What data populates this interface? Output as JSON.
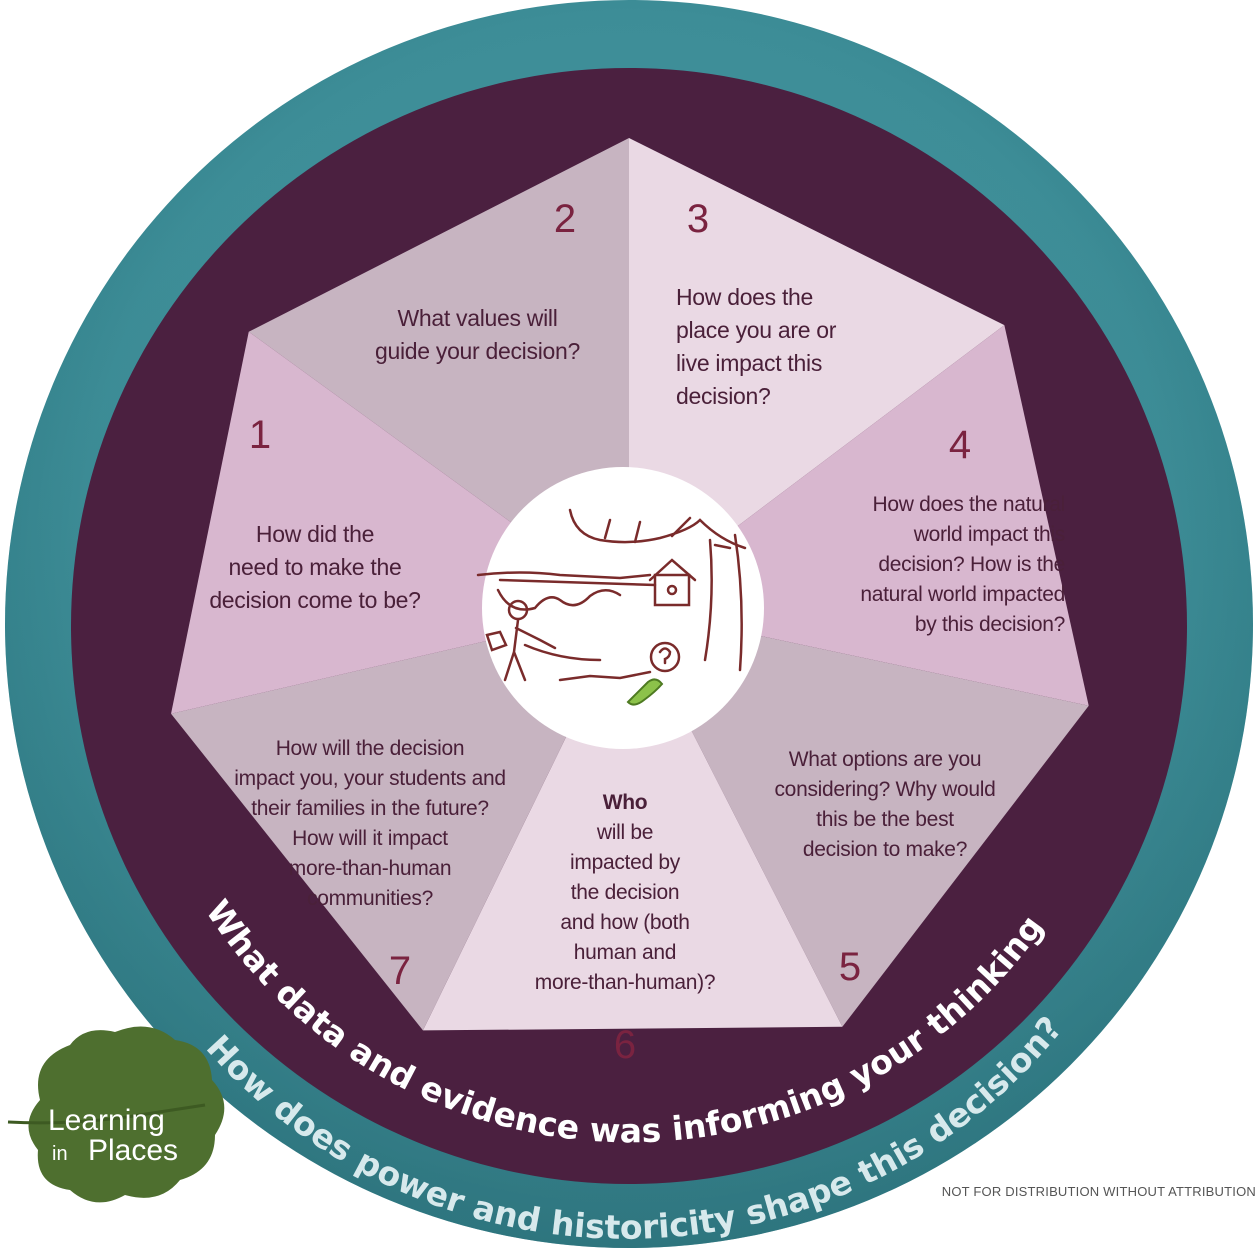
{
  "segments": [
    {
      "number": "1",
      "lines": [
        "How did the",
        "need to make the",
        "decision come to be?"
      ]
    },
    {
      "number": "2",
      "lines": [
        "What values will",
        "guide your decision?"
      ]
    },
    {
      "number": "3",
      "lines": [
        "How does the",
        "place you are or",
        "live impact this",
        "decision?"
      ]
    },
    {
      "number": "4",
      "lines": [
        "How does the natural",
        "world impact this",
        "decision? How is the",
        "natural world impacted",
        "by this decision?"
      ]
    },
    {
      "number": "5",
      "lines": [
        "What options are you",
        "considering? Why would",
        "this be the best",
        "decision to make?"
      ]
    },
    {
      "number": "6",
      "lines": [
        "Who",
        "will be",
        "impacted by",
        "the decision",
        "and how (both",
        "human and",
        "more-than-human)?"
      ]
    },
    {
      "number": "7",
      "lines": [
        "How will the decision",
        "impact you, your students and",
        "their families in the future?",
        "How will it impact",
        "more-than-human",
        "communities?"
      ]
    }
  ],
  "ring": {
    "inner_text": "What data and evidence was informing your thinking?",
    "outer_text": "How does power and historicity shape this decision?"
  },
  "logo": {
    "line1": "Learning",
    "line2_small": "in",
    "line2": "Places"
  },
  "footer": "NOT FOR DISTRIBUTION WITHOUT ATTRIBUTION",
  "colors": {
    "outer_ring": "#3b8b96",
    "inner_ring": "#4b2040",
    "seg_dark": "#c7b4c1",
    "seg_mid": "#d8b7cf",
    "seg_light": "#ead9e4",
    "number": "#7a2340",
    "logo_leaf": "#4e6f2f"
  }
}
